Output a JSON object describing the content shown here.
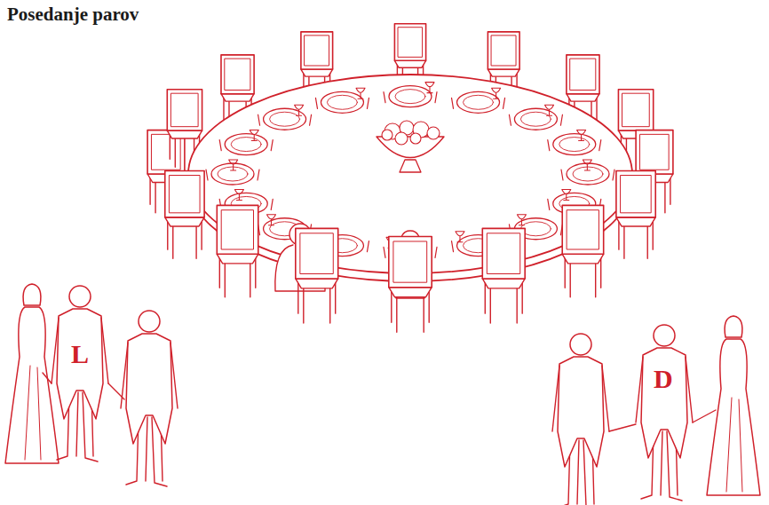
{
  "diagram": {
    "title": "Posedanje parov",
    "labels": [
      "L",
      "D"
    ]
  }
}
